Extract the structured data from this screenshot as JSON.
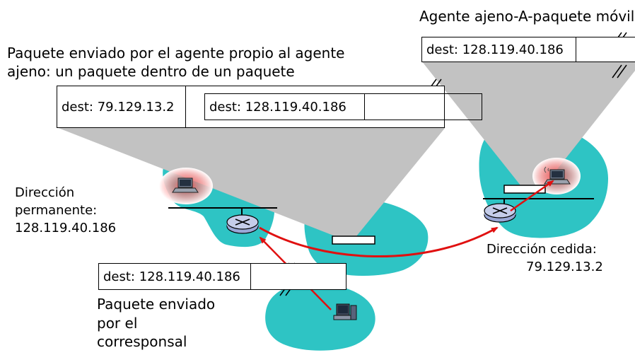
{
  "labels": {
    "title_foreign": "Agente ajeno-A-paquete móvil",
    "encap_line1": "Paquete enviado por el agente propio al agente",
    "encap_line2": "ajeno: un paquete dentro de un paquete",
    "home_addr_line1": "Dirección",
    "home_addr_line2": "permanente:",
    "home_addr_line3": "128.119.40.186",
    "coa_line1": "Dirección cedida:",
    "coa_line2": "79.129.13.2",
    "corr_line1": "Paquete enviado",
    "corr_line2": "por el",
    "corr_line3": "corresponsal"
  },
  "packets": {
    "outer_dest": "dest: 79.129.13.2",
    "inner_dest": "dest: 128.119.40.186",
    "foreign_dest": "dest: 128.119.40.186",
    "corr_dest": "dest: 128.119.40.186"
  },
  "colors": {
    "network": "#2ec4c4",
    "funnel": "#c2c2c2",
    "arrow": "#e01010",
    "router": "#9aa7d6"
  },
  "icons": [
    "laptop-icon",
    "router-icon",
    "wireless-laptop-icon",
    "desktop-computer-icon"
  ]
}
